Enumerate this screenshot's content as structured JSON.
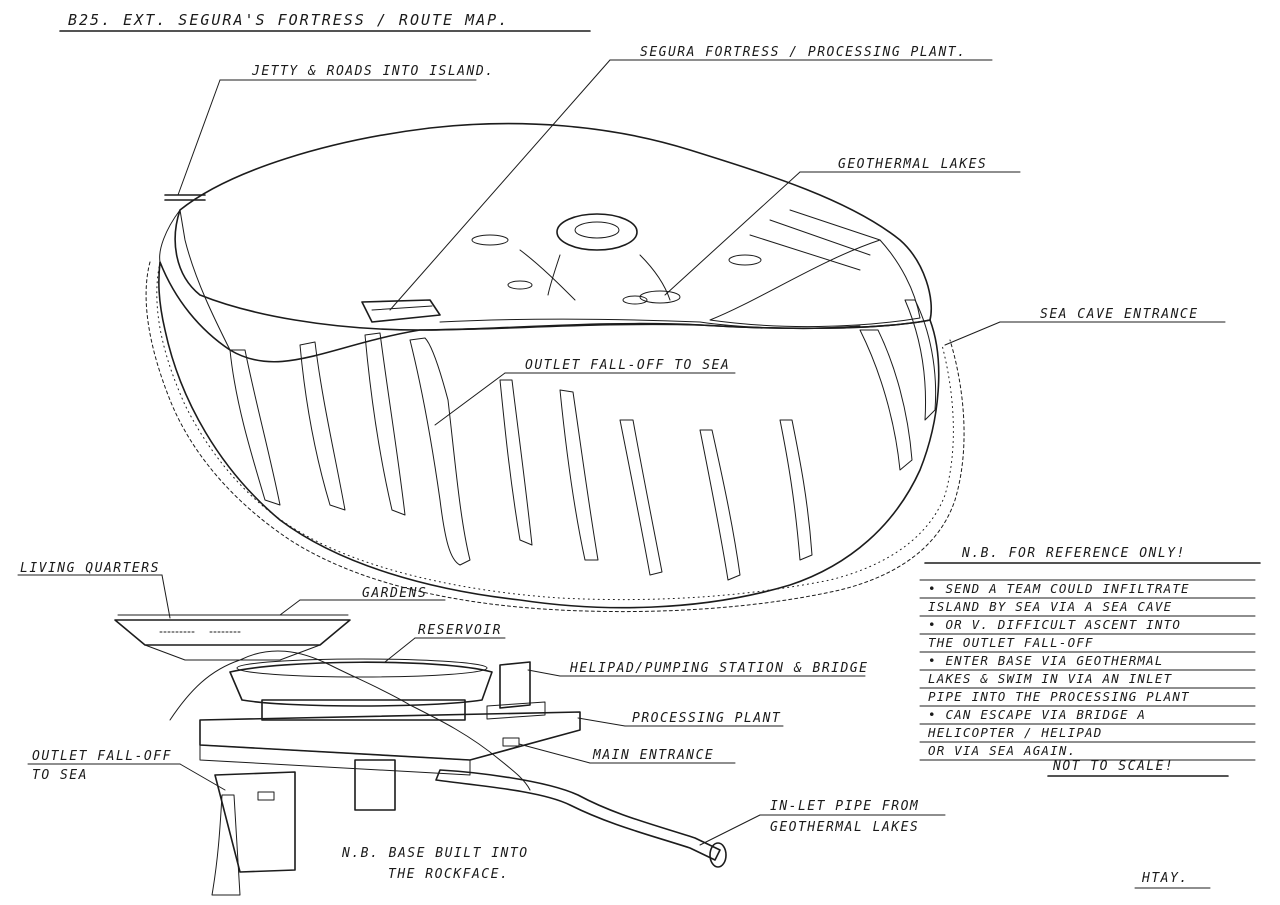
{
  "title": "B25. EXT. SEGURA'S FORTRESS / ROUTE MAP.",
  "callouts": {
    "jetty": "JETTY & ROADS INTO ISLAND.",
    "fortress": "SEGURA FORTRESS / PROCESSING PLANT.",
    "lakes": "GEOTHERMAL LAKES",
    "sea_cave": "SEA CAVE ENTRANCE",
    "outlet_fall": "OUTLET FALL-OFF TO SEA"
  },
  "base_labels": {
    "living": "LIVING QUARTERS",
    "gardens": "GARDENS",
    "reservoir": "RESERVOIR",
    "helipad": "HELIPAD/PUMPING STATION & BRIDGE",
    "processing": "PROCESSING PLANT",
    "main_entrance": "MAIN ENTRANCE",
    "outlet_1": "OUTLET FALL-OFF",
    "outlet_2": "TO SEA",
    "inlet_1": "IN-LET PIPE FROM",
    "inlet_2": "GEOTHERMAL LAKES",
    "base_note_1": "N.B. BASE BUILT INTO",
    "base_note_2": "THE ROCKFACE."
  },
  "note": {
    "heading": "N.B. FOR REFERENCE ONLY!",
    "lines": [
      "• SEND A TEAM COULD INFILTRATE",
      "ISLAND BY SEA VIA A SEA CAVE",
      "• OR V. DIFFICULT ASCENT INTO",
      "THE OUTLET FALL-OFF",
      "• ENTER BASE VIA GEOTHERMAL",
      "LAKES & SWIM IN VIA AN INLET",
      "PIPE INTO THE PROCESSING PLANT",
      "• CAN ESCAPE VIA BRIDGE A",
      "HELICOPTER / HELIPAD",
      "OR VIA SEA AGAIN."
    ],
    "not_to_scale": "NOT TO SCALE!"
  },
  "signature": "HTAY.",
  "colors": {
    "ink": "#1c1c1c",
    "marker_grey": "#9c9a8e",
    "marker_light": "#d8d6cc",
    "paper": "#ffffff"
  }
}
